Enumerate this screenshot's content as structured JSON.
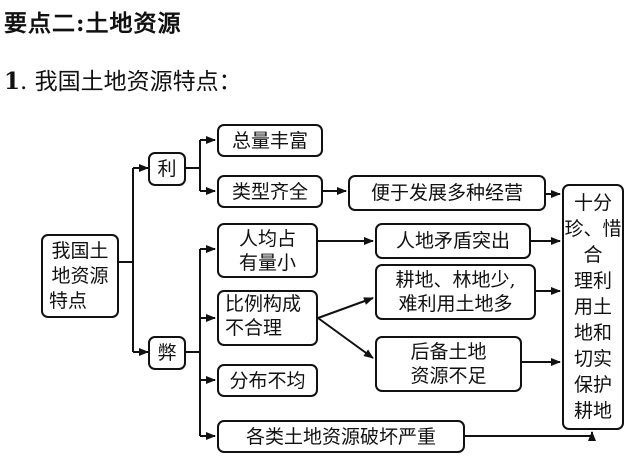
{
  "header": {
    "title": "要点二:土地资源",
    "subtitle_number": "1",
    "subtitle_text": ". 我国土地资源特点："
  },
  "diagram": {
    "root": {
      "line1": "我国土",
      "line2": "地资源",
      "line3": "特点"
    },
    "advantage": "利",
    "disadvantage": "弊",
    "adv_items": {
      "total": "总量丰富",
      "types": "类型齐全",
      "development": "便于发展多种经营"
    },
    "dis_items": {
      "per_capita": {
        "line1": "人均占",
        "line2": "有量小"
      },
      "ratio": {
        "line1": "比例构成",
        "line2": "不合理"
      },
      "distribution": "分布不均",
      "damage": "各类土地资源破坏严重"
    },
    "consequences": {
      "conflict": "人地矛盾突出",
      "less_land": {
        "line1": "耕地、林地少,",
        "line2": "难利用土地多"
      },
      "reserve": {
        "line1": "后备土地",
        "line2": "资源不足"
      }
    },
    "conclusion": [
      "十分",
      "珍、惜合",
      "理利",
      "用土",
      "地和",
      "切实",
      "保护",
      "耕地"
    ]
  }
}
